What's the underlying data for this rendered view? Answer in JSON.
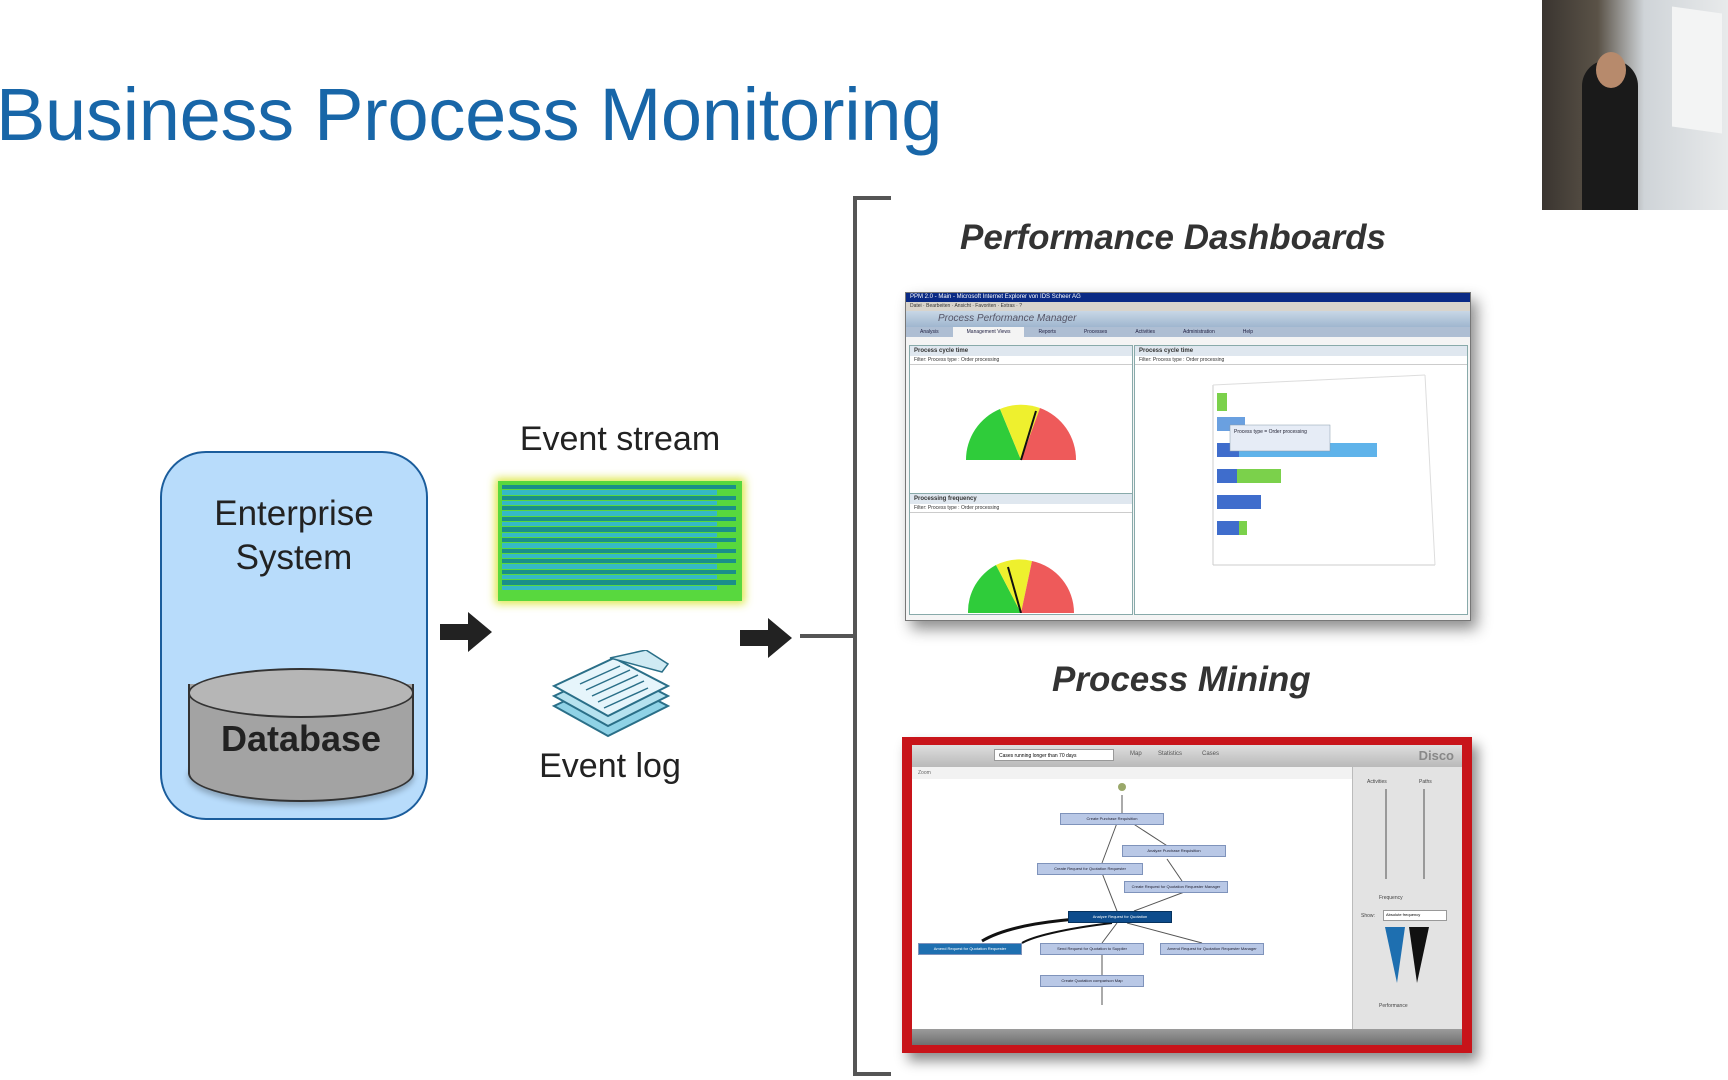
{
  "slide": {
    "title": "Business Process Monitoring",
    "enterprise_system": "Enterprise System",
    "database": "Database",
    "event_stream": "Event stream",
    "event_log": "Event log",
    "performance_dashboards": "Performance Dashboards",
    "process_mining": "Process Mining"
  },
  "ppm": {
    "window_title": "PPM 2.0 - Main - Microsoft Internet Explorer von IDS Scheer AG",
    "app_title": "Process Performance Manager",
    "tabs": [
      "Analysis",
      "Management Views",
      "Reports",
      "Processes",
      "Activities",
      "Administration",
      "Help"
    ],
    "panel1_title": "Process cycle time",
    "panel1_filter": "Filter: Process type : Order processing",
    "panel2_title": "Process cycle time",
    "panel2_filter": "Filter: Process type : Order processing",
    "panel3_title": "Processing frequency",
    "panel3_filter": "Filter: Process type : Order processing",
    "tooltip": "Process type = Order processing"
  },
  "disco": {
    "brand": "Disco",
    "search": "Cases running longer than 70 days",
    "tabs": [
      "Map",
      "Statistics",
      "Cases"
    ],
    "zoom_label": "Zoom",
    "side_labels": [
      "Activities",
      "Paths",
      "Frequency",
      "Show:",
      "Absolute frequency",
      "Performance"
    ],
    "nodes": [
      "Create Purchase Requisition",
      "Analyze Purchase Requisition",
      "Create Request for Quotation Requester",
      "Create Request for Quotation Requester Manager",
      "Analyze Request for Quotation",
      "Amend Request for Quotation Requester",
      "Send Request for Quotation to Supplier",
      "Amend Request for Quotation Requester Manager",
      "Create Quotation comparison Map"
    ]
  },
  "colors": {
    "title_blue": "#1866a8",
    "enterprise_fill": "#b8dcfb",
    "stream_green": "#58d83e",
    "disco_frame": "#c8141a"
  }
}
